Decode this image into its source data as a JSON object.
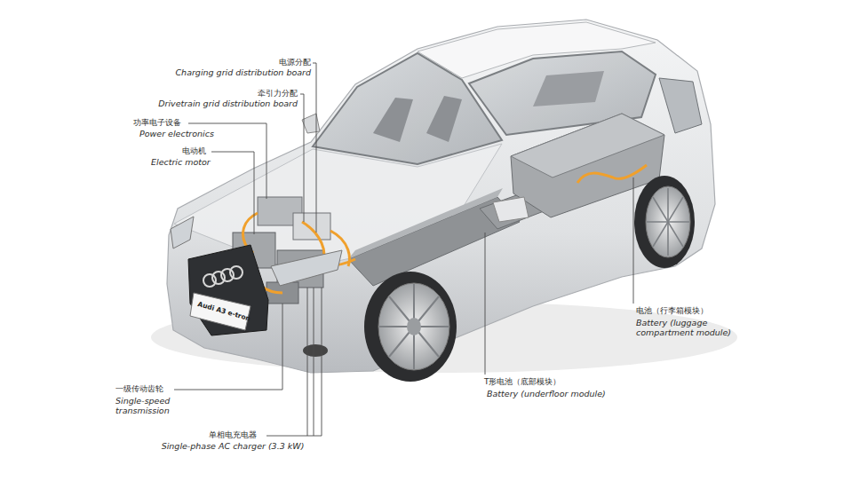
{
  "diagram": {
    "labels": [
      "电源分配",
      "Charging grid distribution board",
      "牵引力分配",
      "Drivetrain grid distribution board",
      "功率电子设备",
      "Power electronics",
      "电动机",
      "Electric motor",
      "一级传动齿轮",
      "Single-speed transmission",
      "单相电充电器",
      "Single-phase AC charger (3.3 kW)",
      "T形电池（底部模块）",
      "Battery (underfloor module)",
      "电池（行李箱模块）",
      "Battery (luggage compartment module)",
      "Audi A3 e-tron"
    ]
  }
}
